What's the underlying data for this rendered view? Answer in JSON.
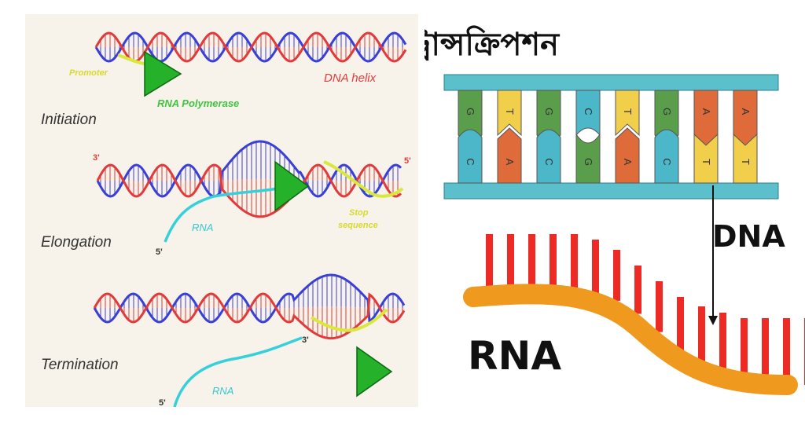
{
  "title": "ট্রান্সক্রিপশন",
  "left_panel": {
    "stages": [
      {
        "label": "Initiation"
      },
      {
        "label": "Elongation"
      },
      {
        "label": "Termination"
      }
    ],
    "labels": {
      "promoter": "Promoter",
      "dna_helix": "DNA helix",
      "rna_polymerase": "RNA Polymerase",
      "rna_elongation": "RNA",
      "stop_sequence_1": "Stop",
      "stop_sequence_2": "sequence",
      "rna_termination": "RNA",
      "three_prime": "3'",
      "five_prime": "5'"
    }
  },
  "right_panel": {
    "top_bases": [
      "G",
      "T",
      "G",
      "C",
      "T",
      "G",
      "A",
      "A"
    ],
    "bottom_bases": [
      "C",
      "A",
      "C",
      "G",
      "A",
      "C",
      "T",
      "T"
    ],
    "dna_label": "DNA",
    "rna_label": "RNA"
  },
  "colors": {
    "backbone": "#5cbfcc",
    "G": "#5a9e4c",
    "C": "#4bb7c9",
    "T": "#f2cf4a",
    "A": "#e06b3a",
    "rna_strand": "#f0991f",
    "rna_bars": "#ee2a24",
    "helix_blue": "#3a3fd6",
    "helix_red": "#e23a3a",
    "polymerase": "#25b12a",
    "rna_cyan": "#36d0da",
    "stop_yellow": "#d9e83a"
  }
}
